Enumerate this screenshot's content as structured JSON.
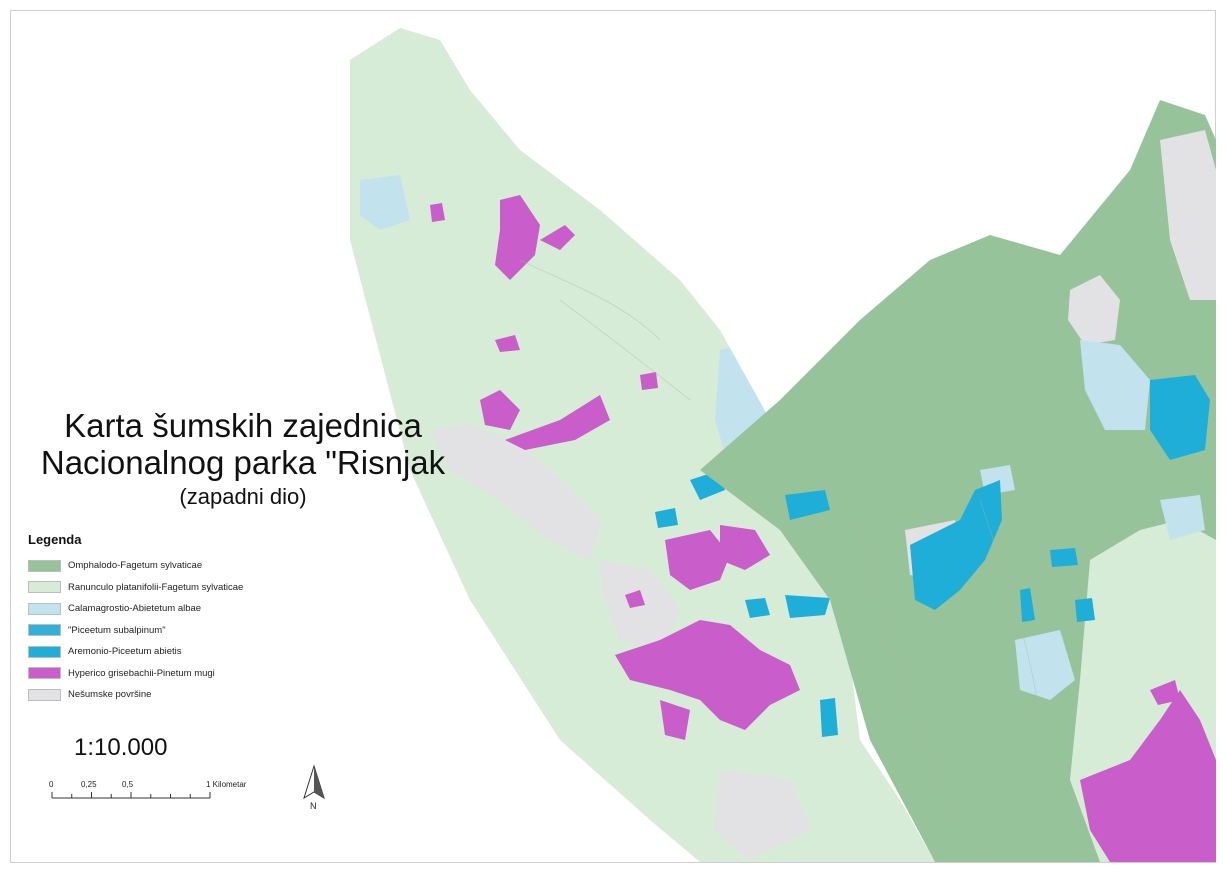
{
  "title": {
    "line1": "Karta šumskih zajednica",
    "line2": "Nacionalnog parka \"Risnjak",
    "line3": "(zapadni dio)"
  },
  "legend": {
    "heading": "Legenda",
    "items": [
      {
        "label": "Omphalodo-Fagetum sylvaticae",
        "color": "#97c39b"
      },
      {
        "label": "Ranunculo platanifolii-Fagetum sylvaticae",
        "color": "#d6ecd7"
      },
      {
        "label": "Calamagrostio-Abietetum albae",
        "color": "#c2e2ee"
      },
      {
        "label": "\"Piceetum subalpinum\"",
        "color": "#31b1d8"
      },
      {
        "label": "Aremonio-Piceetum abietis",
        "color": "#1faed8"
      },
      {
        "label": "Hyperico grisebachii-Pinetum mugi",
        "color": "#c95dc9"
      },
      {
        "label": "Nešumske površine",
        "color": "#e2e1e3"
      }
    ]
  },
  "scale": {
    "ratio": "1:10.000",
    "ticks": [
      "0",
      "0,25",
      "0,5",
      "1 Kilometar"
    ]
  },
  "north_arrow": {
    "label": "N",
    "icon": "north-arrow-icon"
  }
}
